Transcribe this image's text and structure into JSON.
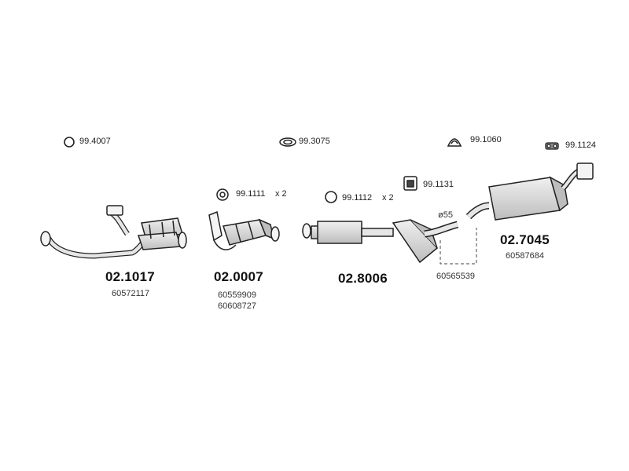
{
  "small_parts": [
    {
      "ref": "99.4007"
    },
    {
      "ref": "99.3075"
    },
    {
      "ref": "99.1060"
    },
    {
      "ref": "99.1124"
    },
    {
      "ref": "99.1111",
      "qty": "x 2"
    },
    {
      "ref": "99.1112",
      "qty": "x 2"
    },
    {
      "ref": "99.1131"
    }
  ],
  "main_parts": [
    {
      "code": "02.1017",
      "oe": [
        "60572117"
      ]
    },
    {
      "code": "02.0007",
      "oe": [
        "60559909",
        "60608727"
      ]
    },
    {
      "code": "02.8006",
      "oe": [
        "60565539"
      ]
    },
    {
      "code": "02.7045",
      "oe": [
        "60587684"
      ]
    }
  ],
  "annotations": {
    "diameter": "ø55"
  },
  "colors": {
    "line": "#222222",
    "fill": "#dcdcdc",
    "shade": "#bdbdbd"
  }
}
